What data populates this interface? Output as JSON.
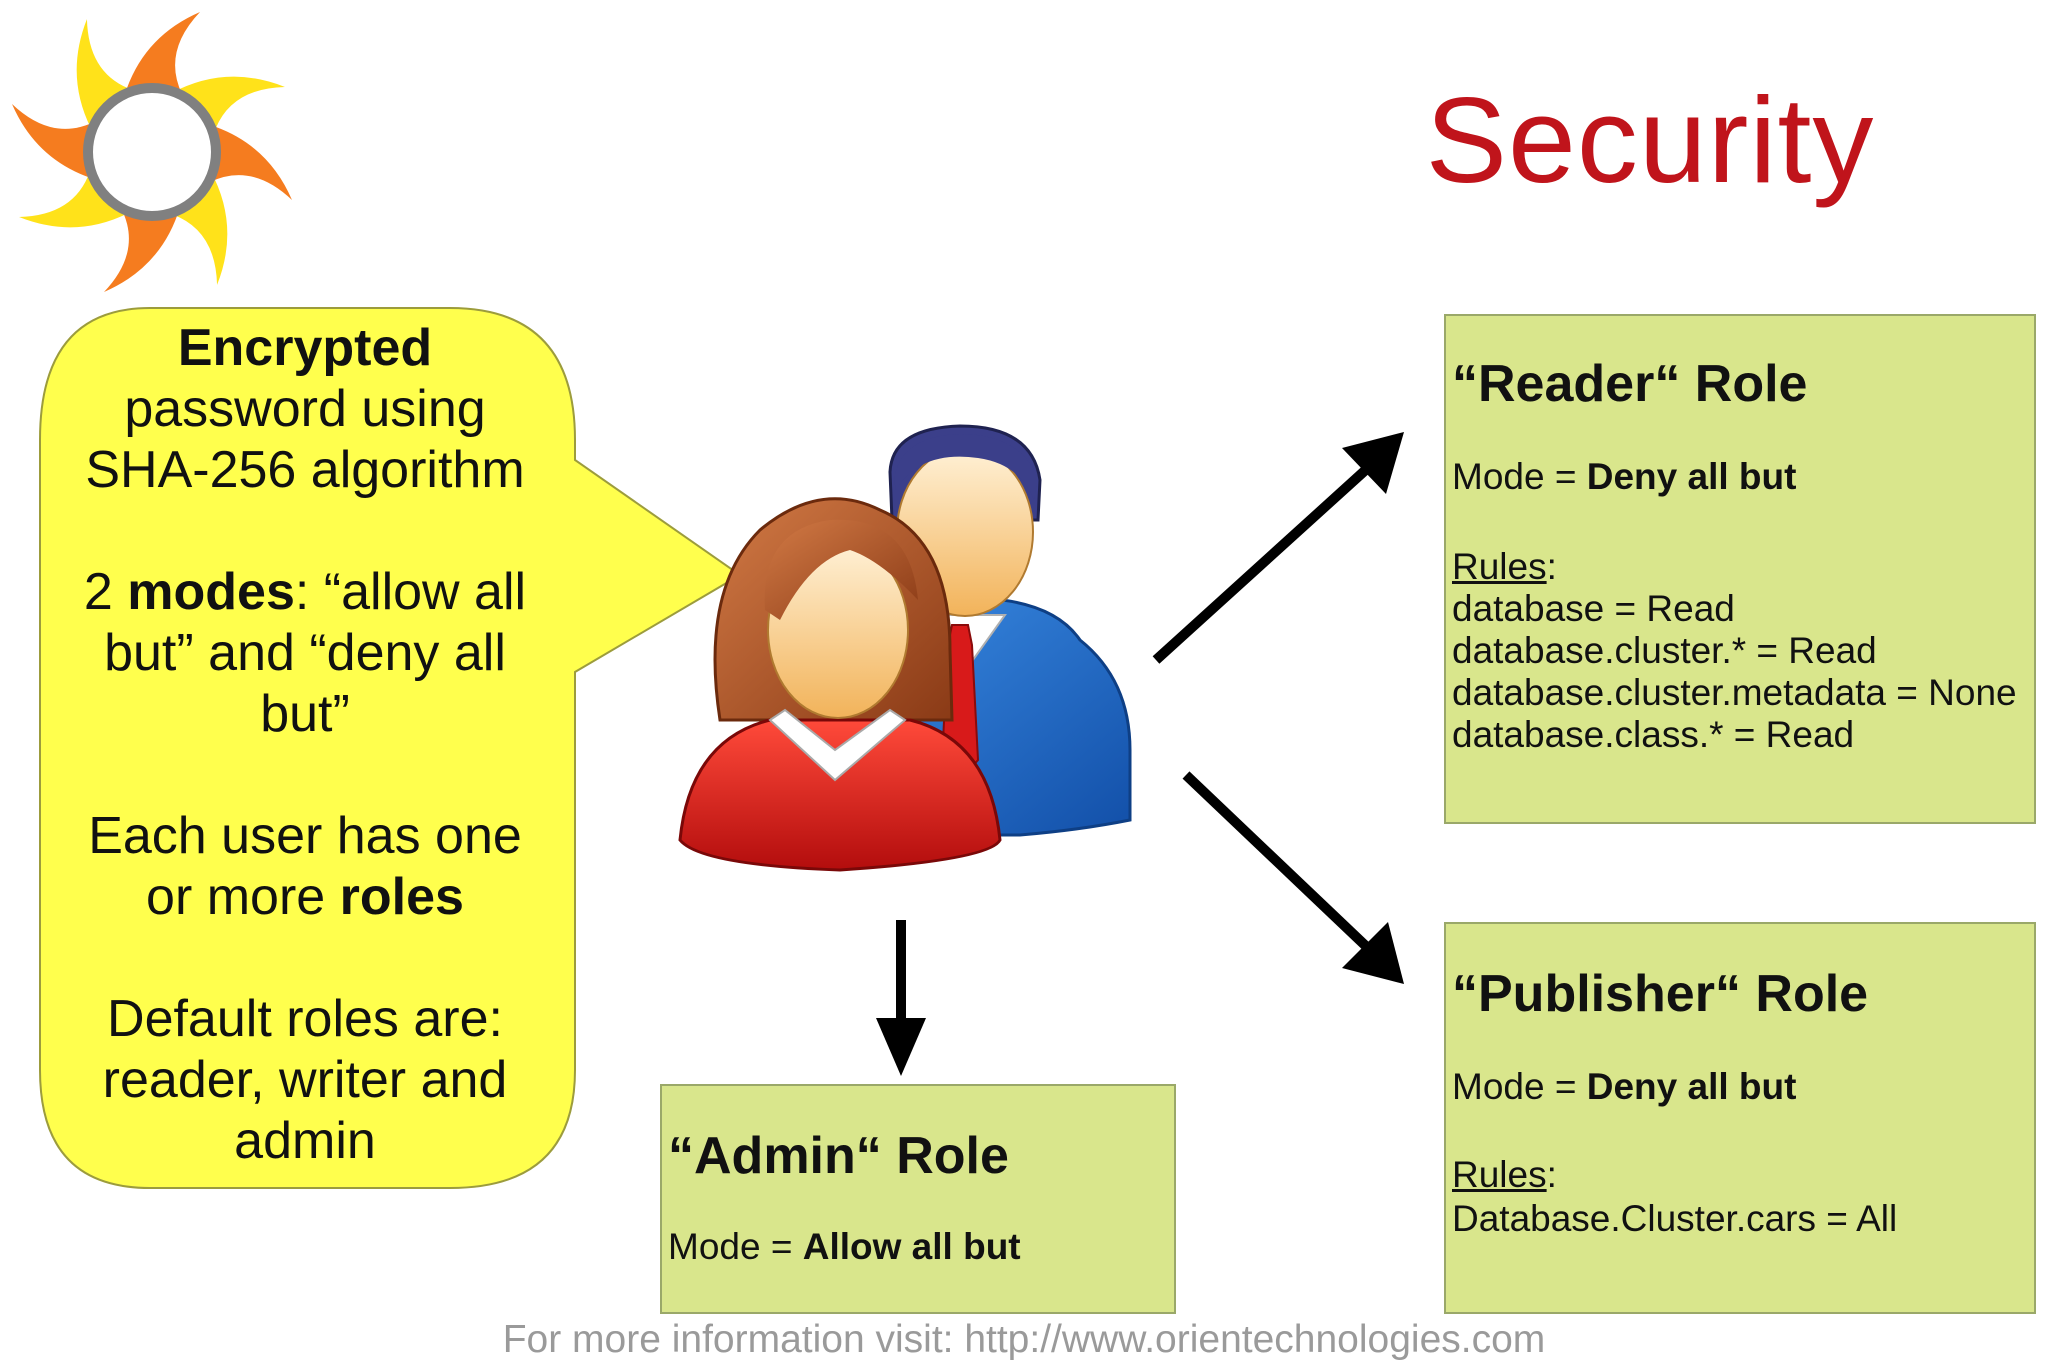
{
  "title": "Security",
  "bubble": {
    "p1_bold": "Encrypted",
    "p1_rest": "password using SHA-256 algorithm",
    "p2_pre": "2 ",
    "p2_bold": "modes",
    "p2_rest": ": “allow all but” and “deny all but”",
    "p3_pre": "Each user has one or more ",
    "p3_bold": "roles",
    "p4": "Default roles are: reader, writer and admin"
  },
  "roles": {
    "reader": {
      "title": "“Reader“ Role",
      "mode_label": "Mode = ",
      "mode_value": "Deny all but",
      "rules_label": "Rules",
      "rules_colon": ":",
      "rules": [
        "database = Read",
        "database.cluster.* = Read",
        "database.cluster.metadata = None",
        "database.class.* = Read"
      ]
    },
    "publisher": {
      "title": "“Publisher“ Role",
      "mode_label": "Mode = ",
      "mode_value": "Deny all but",
      "rules_label": "Rules",
      "rules_colon": ":",
      "rules": [
        "Database.Cluster.cars = All"
      ]
    },
    "admin": {
      "title": "“Admin“ Role",
      "mode_label": "Mode = ",
      "mode_value": "Allow all but"
    }
  },
  "footer": "For more information visit: http://www.orientechnologies.com",
  "colors": {
    "title": "#c0141b",
    "bubble_fill": "#ffff4d",
    "box_fill": "#d9e68c",
    "footer": "#9a9a9a",
    "logo_orange": "#f57c1f",
    "logo_yellow": "#ffe21a"
  },
  "icons": {
    "logo": "sun-logo-icon",
    "users": "users-icon"
  }
}
